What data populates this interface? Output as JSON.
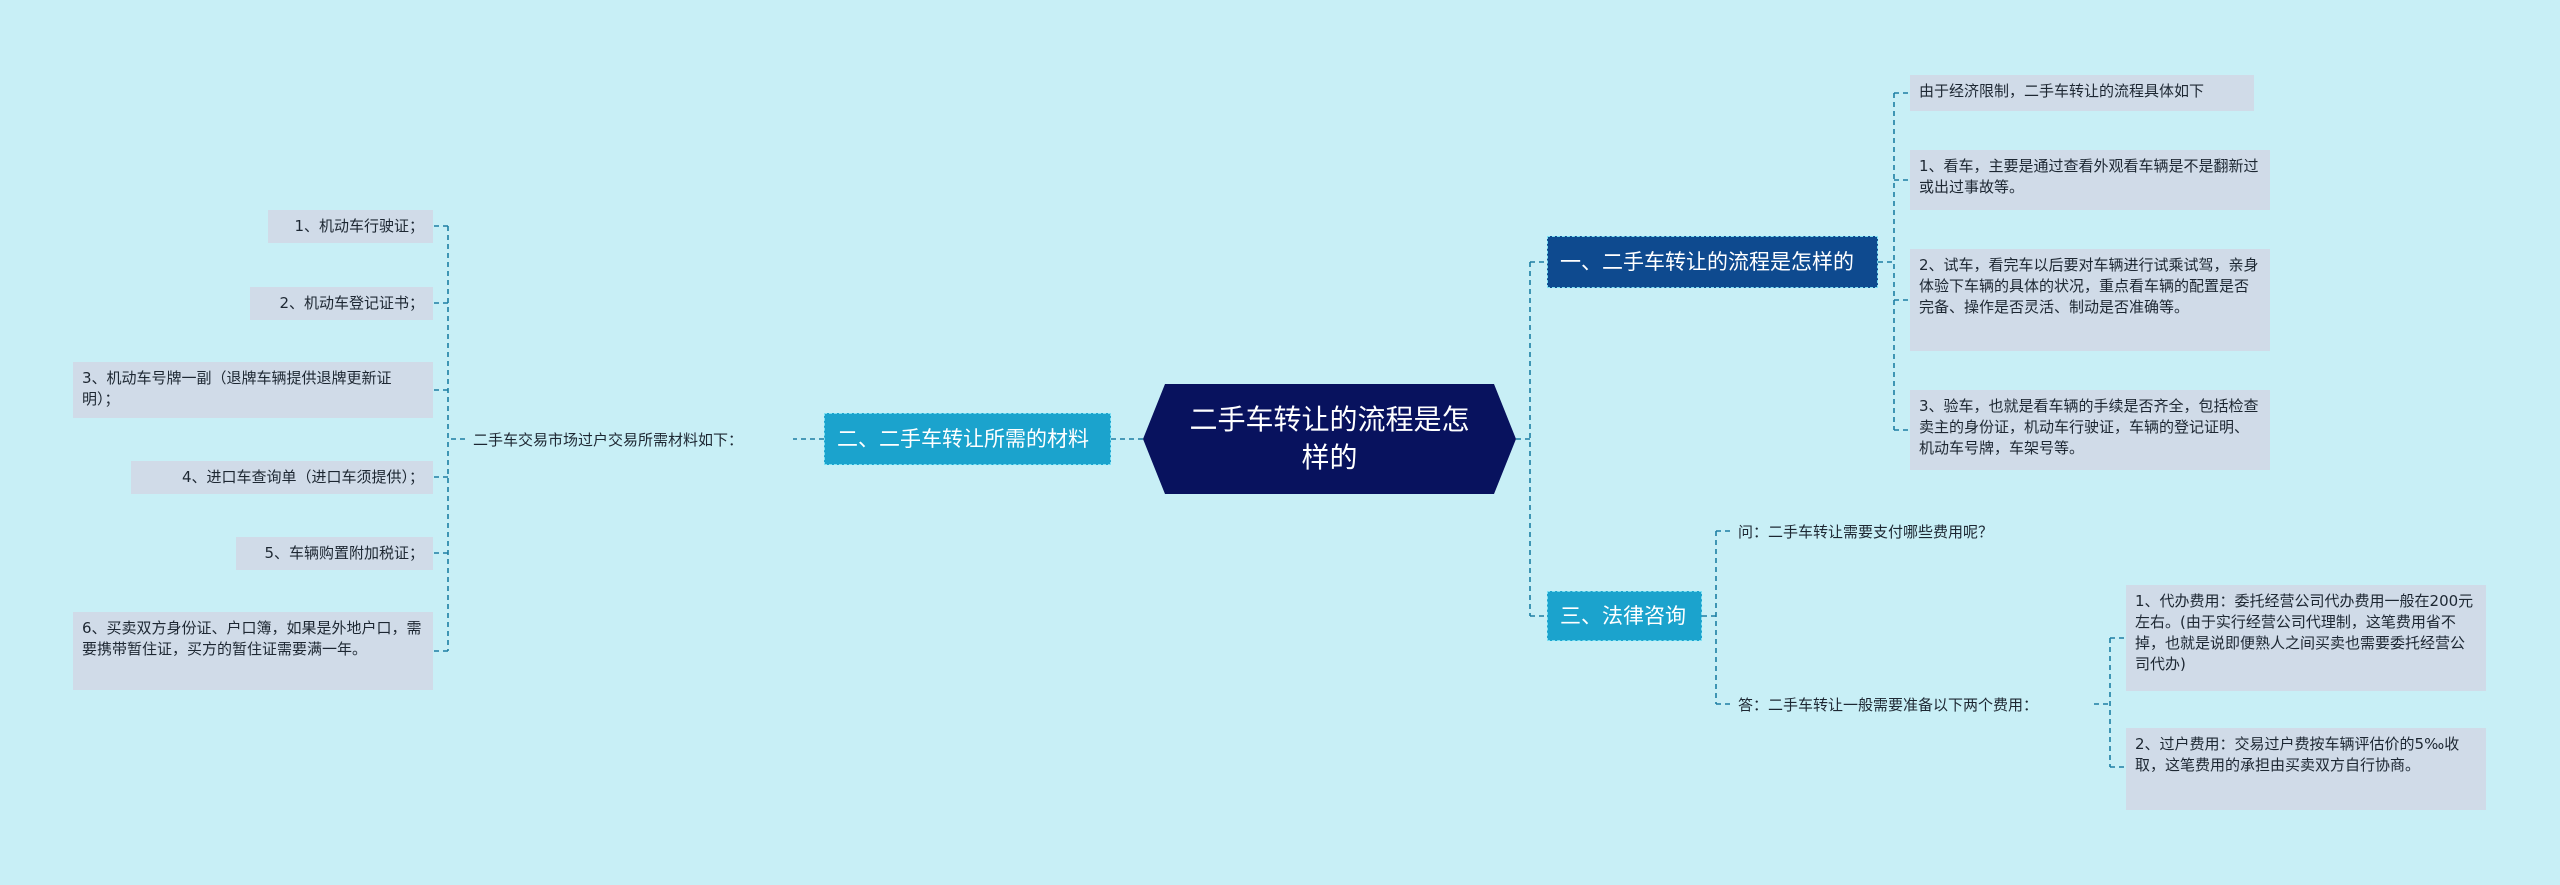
{
  "root": {
    "title": "二手车转让的流程是怎样的"
  },
  "right_branches": {
    "process": {
      "label": "一、二手车转让的流程是怎样的",
      "items": [
        "由于经济限制，二手车转让的流程具体如下",
        "1、看车，主要是通过查看外观看车辆是不是翻新过或出过事故等。",
        "2、试车，看完车以后要对车辆进行试乘试驾，亲身体验下车辆的具体的状况，重点看车辆的配置是否完备、操作是否灵活、制动是否准确等。",
        "3、验车，也就是看车辆的手续是否齐全，包括检查卖主的身份证，机动车行驶证，车辆的登记证明、机动车号牌，车架号等。"
      ]
    },
    "legal": {
      "label": "三、法律咨询",
      "question": "问：二手车转让需要支付哪些费用呢？",
      "answer": "答：二手车转让一般需要准备以下两个费用：",
      "fees": [
        "1、代办费用：委托经营公司代办费用一般在200元左右。(由于实行经营公司代理制，这笔费用省不掉，也就是说即便熟人之间买卖也需要委托经营公司代办)",
        "2、过户费用：交易过户费按车辆评估价的5‰收取，这笔费用的承担由买卖双方自行协商。"
      ]
    }
  },
  "left_branch": {
    "label": "二、二手车转让所需的材料",
    "intro": "二手车交易市场过户交易所需材料如下：",
    "items": [
      "1、机动车行驶证；",
      "2、机动车登记证书；",
      "3、机动车号牌一副（退牌车辆提供退牌更新证明）；",
      "4、进口车查询单（进口车须提供）；",
      "5、车辆购置附加税证；",
      "6、买卖双方身份证、户口簿，如果是外地户口，需要携带暂住证，买方的暂住证需要满一年。"
    ]
  },
  "colors": {
    "background": "#c8eff6",
    "root": "#08125e",
    "branch_dark": "#0e4a8f",
    "branch_light": "#1ba3cd",
    "leaf": "#d0dbe8",
    "connector": "#1d7fa3"
  }
}
